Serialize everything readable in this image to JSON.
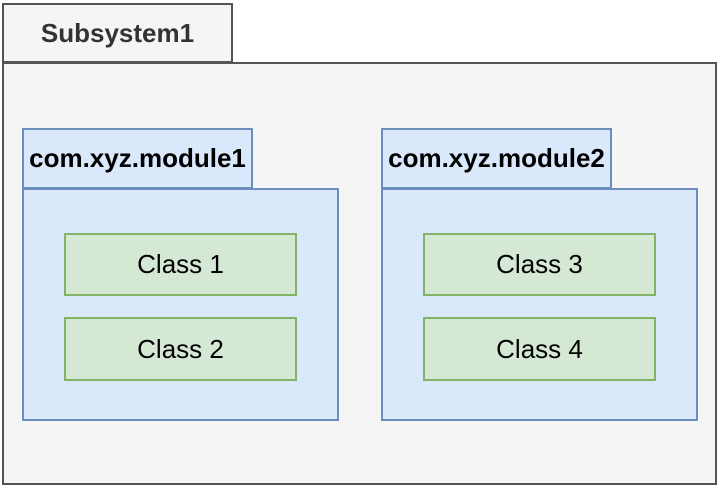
{
  "diagram": {
    "type": "uml-package-diagram",
    "subsystem": {
      "label": "Subsystem1"
    },
    "packages": [
      {
        "label": "com.xyz.module1",
        "classes": [
          {
            "label": "Class 1"
          },
          {
            "label": "Class 2"
          }
        ]
      },
      {
        "label": "com.xyz.module2",
        "classes": [
          {
            "label": "Class 3"
          },
          {
            "label": "Class 4"
          }
        ]
      }
    ]
  },
  "colors": {
    "subsystem_fill": "#f5f5f5",
    "subsystem_border": "#545454",
    "subsystem_text": "#333333",
    "package_fill": "#dae8fc",
    "package_border": "#6c8ebf",
    "class_fill": "#d5e8d4",
    "class_border": "#82b366",
    "class_text": "#000000",
    "canvas_background": "#ffffff"
  }
}
